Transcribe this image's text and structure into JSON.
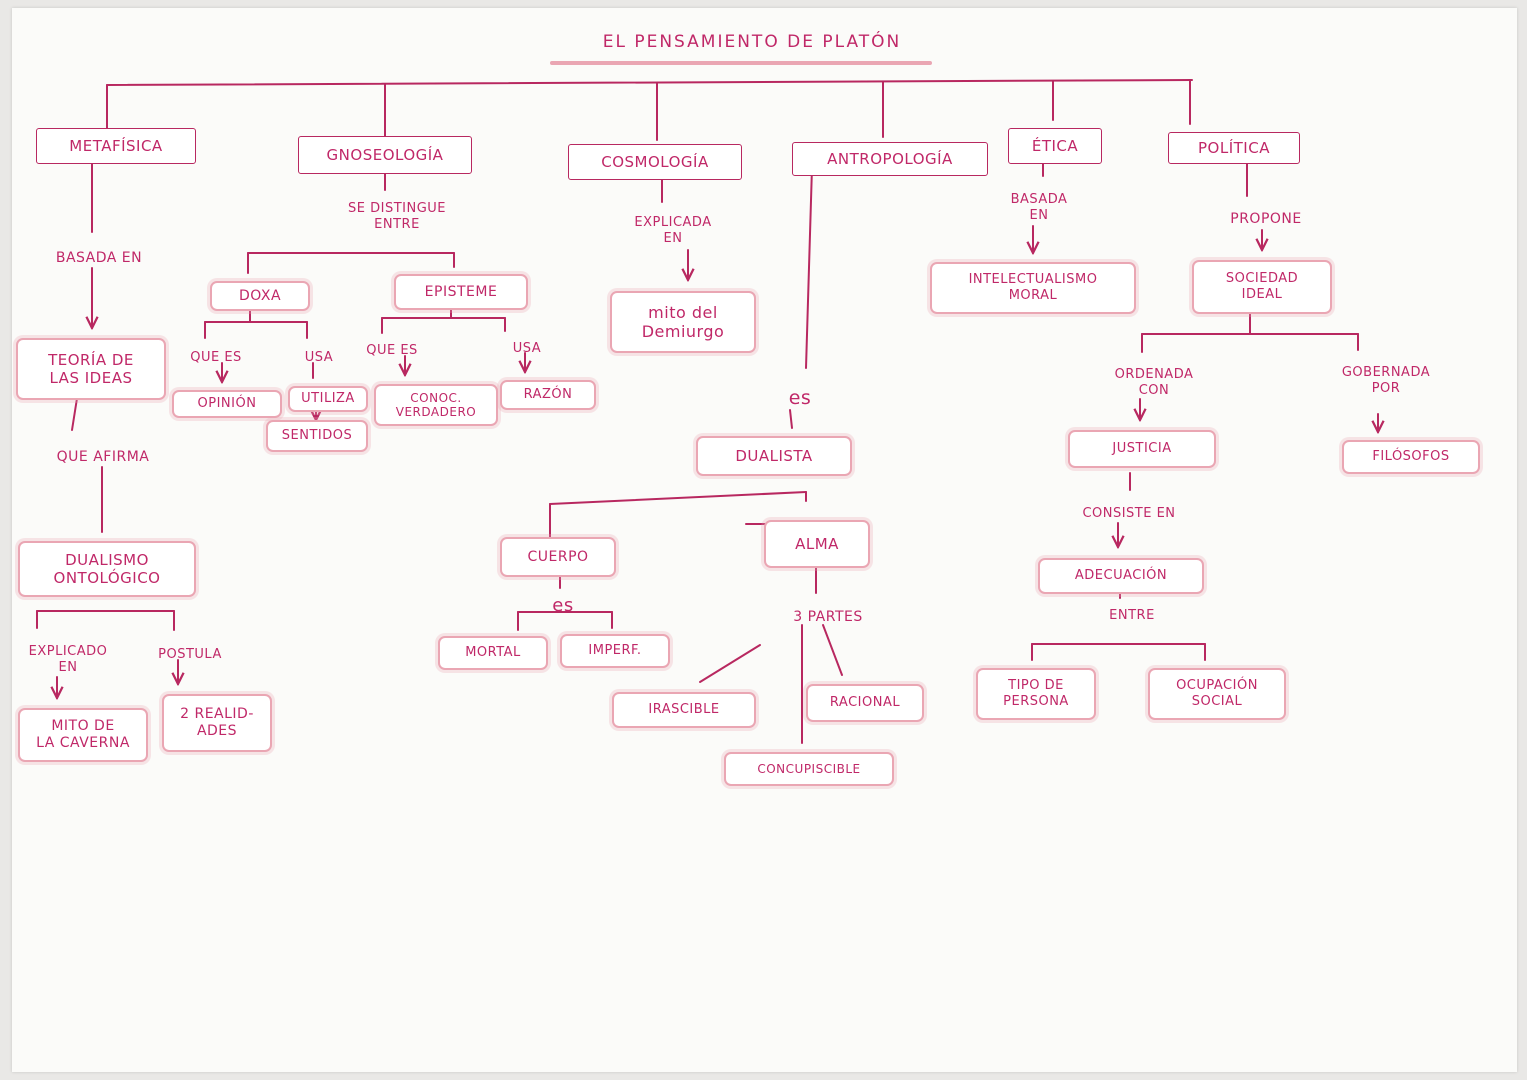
{
  "title": "EL PENSAMIENTO DE PLATÓN",
  "colors": {
    "ink": "#c02868",
    "highlight": "#eaa6b3",
    "paper": "#fbfbf9"
  },
  "branches": {
    "metafisica": {
      "label": "METAFÍSICA",
      "basada_en": "BASADA EN",
      "teoria": "TEORÍA DE\nLAS IDEAS",
      "que_afirma": "QUE AFIRMA",
      "dualismo": "DUALISMO\nONTOLÓGICO",
      "explicado_en": "EXPLICADO\nEN",
      "mito_caverna": "MITO DE\nLA CAVERNA",
      "postula": "POSTULA",
      "realidades": "2 REALID-\nADES"
    },
    "gnoseologia": {
      "label": "GNOSEOLOGÍA",
      "se_distingue": "SE DISTINGUE\nENTRE",
      "doxa": "DOXA",
      "doxa_que_es": "QUE ES",
      "opinion": "OPINIÓN",
      "doxa_usa": "USA",
      "utiliza": "UTILIZA",
      "sentidos": "SENTIDOS",
      "episteme": "EPISTEME",
      "episteme_que_es": "QUE ES",
      "conoc_verdadero": "CONOC.\nVERDADERO",
      "episteme_usa": "USA",
      "razon": "RAZÓN"
    },
    "cosmologia": {
      "label": "COSMOLOGÍA",
      "explicada_en": "EXPLICADA\nEN",
      "mito_demiurgo": "mito del\nDemiurgo"
    },
    "antropologia": {
      "label": "ANTROPOLOGÍA",
      "es": "es",
      "dualista": "DUALISTA",
      "cuerpo": "CUERPO",
      "cuerpo_es": "es",
      "mortal": "MORTAL",
      "imperf": "IMPERF.",
      "alma": "ALMA",
      "tres_partes": "3 PARTES",
      "irascible": "IRASCIBLE",
      "racional": "RACIONAL",
      "concupiscible": "CONCUPISCIBLE"
    },
    "etica": {
      "label": "ÉTICA",
      "basada_en": "BASADA\nEN",
      "intelectualismo": "INTELECTUALISMO\nMORAL"
    },
    "politica": {
      "label": "POLÍTICA",
      "propone": "PROPONE",
      "sociedad": "SOCIEDAD\nIDEAL",
      "ordenada_con": "ORDENADA\nCON",
      "justicia": "JUSTICIA",
      "consiste_en": "CONSISTE EN",
      "adecuacion": "ADECUACIÓN",
      "entre": "ENTRE",
      "tipo_persona": "TIPO DE\nPERSONA",
      "ocupacion": "OCUPACIÓN\nSOCIAL",
      "gobernada_por": "GOBERNADA\nPOR",
      "filosofos": "FILÓSOFOS"
    }
  }
}
